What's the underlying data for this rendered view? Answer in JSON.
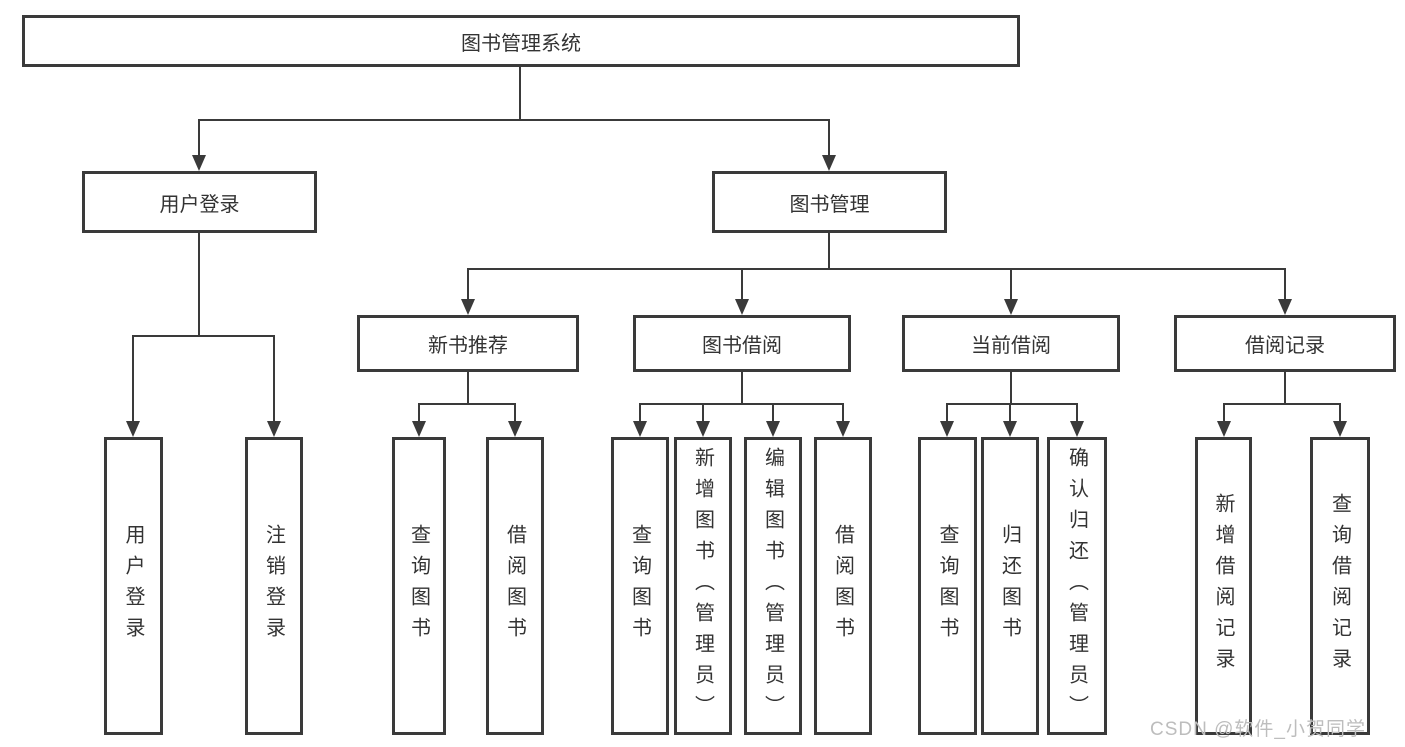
{
  "tree": {
    "root": {
      "label": "图书管理系统",
      "children": [
        {
          "label": "用户登录",
          "children": [
            {
              "label": "用户登录"
            },
            {
              "label": "注销登录"
            }
          ]
        },
        {
          "label": "图书管理",
          "children": [
            {
              "label": "新书推荐",
              "children": [
                {
                  "label": "查询图书"
                },
                {
                  "label": "借阅图书"
                }
              ]
            },
            {
              "label": "图书借阅",
              "children": [
                {
                  "label": "查询图书"
                },
                {
                  "label": "新增图书（管理员）"
                },
                {
                  "label": "编辑图书（管理员）"
                },
                {
                  "label": "借阅图书"
                }
              ]
            },
            {
              "label": "当前借阅",
              "children": [
                {
                  "label": "查询图书"
                },
                {
                  "label": "归还图书"
                },
                {
                  "label": "确认归还（管理员）"
                }
              ]
            },
            {
              "label": "借阅记录",
              "children": [
                {
                  "label": "新增借阅记录"
                },
                {
                  "label": "查询借阅记录"
                }
              ]
            }
          ]
        }
      ]
    }
  },
  "watermark": "CSDN @软件_小贺同学",
  "colors": {
    "line": "#3a3a3a",
    "text": "#333333",
    "watermark": "#bdbdbd",
    "background": "#ffffff"
  }
}
